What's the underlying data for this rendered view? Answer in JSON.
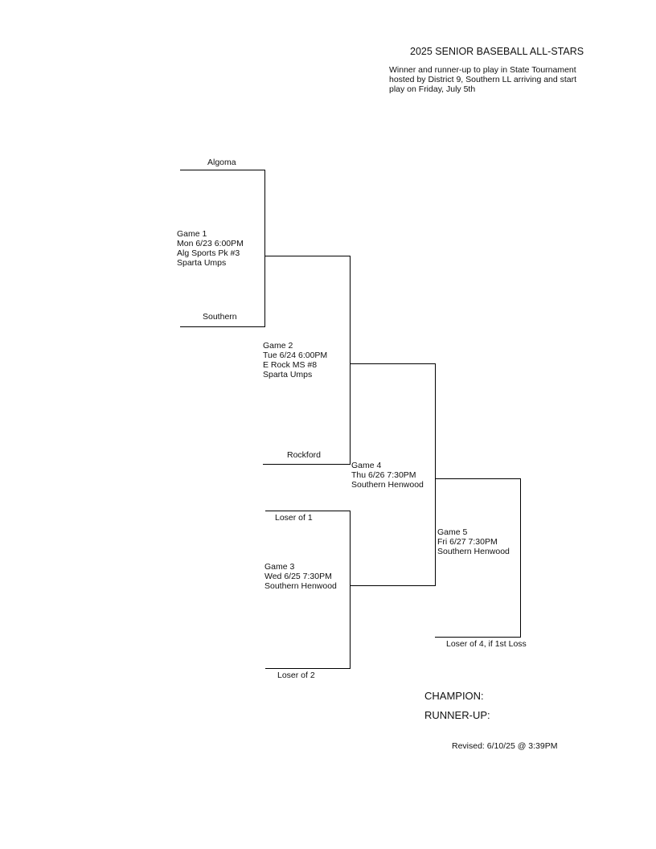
{
  "header": {
    "title": "2025 SENIOR BASEBALL ALL-STARS",
    "note_lines": [
      "Winner and runner-up to play in State Tournament",
      "hosted by District 9, Southern LL arriving and start",
      "play on Friday, July 5th"
    ]
  },
  "teams": {
    "algoma": "Algoma",
    "southern": "Southern",
    "rockford": "Rockford",
    "loser1": "Loser of 1",
    "loser2": "Loser of 2",
    "loser4": "Loser of 4, if 1st Loss"
  },
  "games": {
    "g1": {
      "title": "Game 1",
      "date": "Mon  6/23  6:00PM",
      "location": "Alg Sports Pk #3",
      "umps": "Sparta Umps"
    },
    "g2": {
      "title": "Game 2",
      "date": "Tue  6/24  6:00PM",
      "location": "E Rock MS #8",
      "umps": "Sparta Umps"
    },
    "g3": {
      "title": "Game 3",
      "date": "Wed  6/25  7:30PM",
      "location": "Southern Henwood"
    },
    "g4": {
      "title": "Game 4",
      "date": "Thu  6/26  7:30PM",
      "location": "Southern Henwood"
    },
    "g5": {
      "title": "Game 5",
      "date": "Fri  6/27  7:30PM",
      "location": "Southern Henwood"
    }
  },
  "results": {
    "champion_label": "CHAMPION:",
    "runner_up_label": "RUNNER-UP:"
  },
  "revised": "Revised:  6/10/25 @  3:39PM"
}
